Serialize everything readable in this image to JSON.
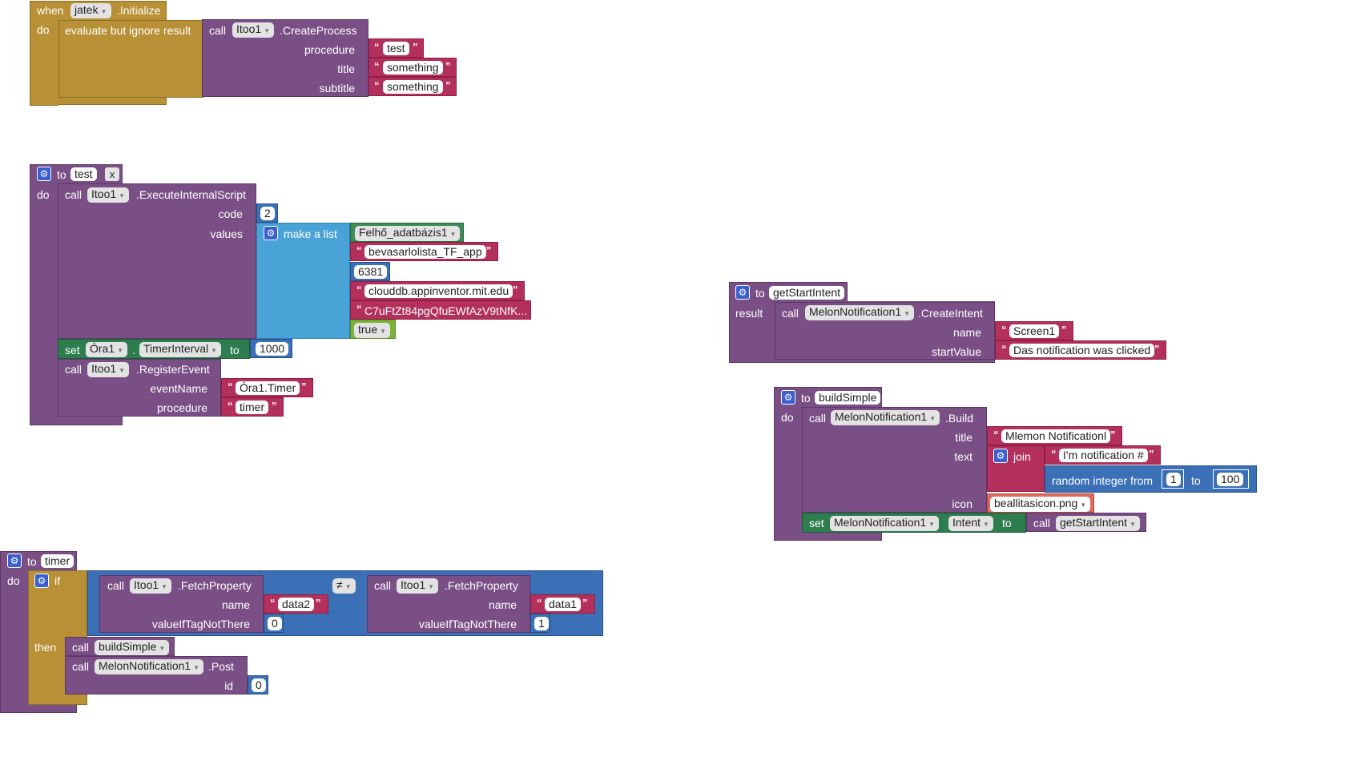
{
  "block1": {
    "when": "when",
    "component": "jatek",
    "event": ".Initialize",
    "do": "do",
    "evaluate": "evaluate but ignore result",
    "call": "call",
    "itoo": "Itoo1",
    "method": ".CreateProcess",
    "procedure_label": "procedure",
    "procedure_val": "test",
    "title_label": "title",
    "title_val": "something",
    "subtitle_label": "subtitle",
    "subtitle_val": "something"
  },
  "block2": {
    "to": "to",
    "name": "test",
    "x": "x",
    "do": "do",
    "call": "call",
    "itoo": "Itoo1",
    "method": ".ExecuteInternalScript",
    "code_label": "code",
    "code_val": "2",
    "values_label": "values",
    "make_list": "make a list",
    "item1": "Felhő_adatbázis1",
    "item2": "bevasarlolista_TF_app",
    "item3": "6381",
    "item4": "clouddb.appinventor.mit.edu",
    "item5": "C7uFtZt84pgQfuEWfAzV9tNfK...",
    "item6": "true",
    "set": "set",
    "ora": "Óra1",
    "dot": ".",
    "prop": "TimerInterval",
    "to2": "to",
    "interval": "1000",
    "call2": "call",
    "itoo2": "Itoo1",
    "method2": ".RegisterEvent",
    "event_label": "eventName",
    "event_val": "Óra1.Timer",
    "proc_label": "procedure",
    "proc_val": "timer"
  },
  "block3": {
    "to": "to",
    "name": "timer",
    "do": "do",
    "if": "if",
    "then": "then",
    "call": "call",
    "itoo": "Itoo1",
    "fetch": ".FetchProperty",
    "name_label": "name",
    "data2": "data2",
    "vitnt": "valueIfTagNotThere",
    "v0": "0",
    "neq": "≠",
    "data1": "data1",
    "v1": "1",
    "call_build": "buildSimple",
    "melon": "MelonNotification1",
    "post": ".Post",
    "id_label": "id",
    "id_val": "0"
  },
  "block4": {
    "to": "to",
    "name": "getStartIntent",
    "result": "result",
    "call": "call",
    "melon": "MelonNotification1",
    "method": ".CreateIntent",
    "name_label": "name",
    "name_val": "Screen1",
    "sv_label": "startValue",
    "sv_val": "Das notification was clicked"
  },
  "block5": {
    "to": "to",
    "name": "buildSimple",
    "do": "do",
    "call": "call",
    "melon": "MelonNotification1",
    "method": ".Build",
    "title_label": "title",
    "title_val": "Mlemon Notificationl",
    "text_label": "text",
    "join": "join",
    "join_val": "I'm notification #",
    "random": "random integer from",
    "from": "1",
    "to2": "to",
    "upto": "100",
    "icon_label": "icon",
    "icon_val": "beallitasicon.png",
    "set": "set",
    "prop": "Intent",
    "to3": "to",
    "get": "getStartIntent"
  },
  "colors": {
    "event": "#b89036",
    "procedure": "#7a4f86",
    "text": "#b4305c",
    "math": "#3b6fb6",
    "list": "#4aa3d6",
    "component": "#3e8c57",
    "logic": "#7bb33a",
    "setter": "#2e7d4f",
    "constant": "#e06a5e"
  }
}
